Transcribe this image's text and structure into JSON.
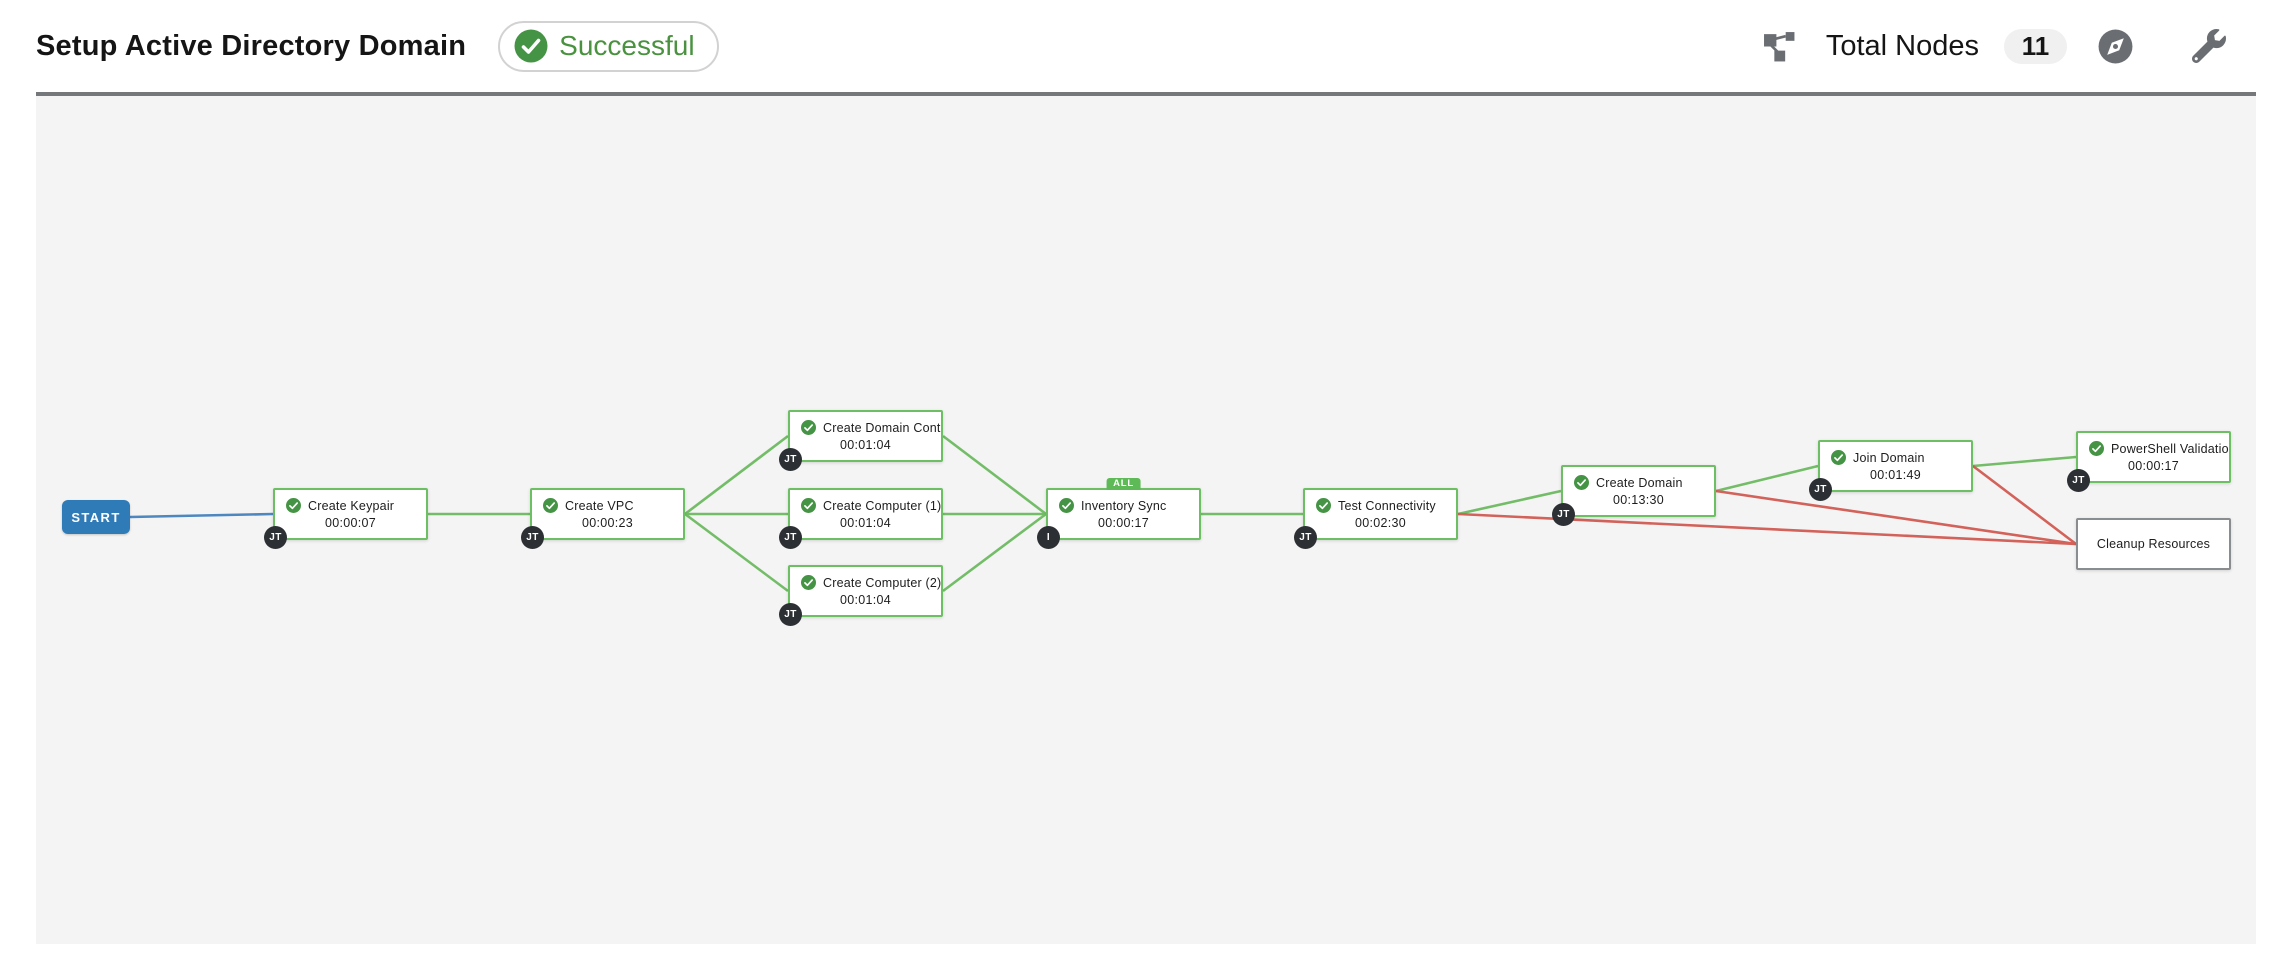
{
  "header": {
    "title": "Setup Active Directory Domain",
    "status": {
      "label": "Successful"
    },
    "total_nodes_label": "Total Nodes",
    "total_nodes_count": "11"
  },
  "workflow": {
    "start_label": "START",
    "all_badge_label": "ALL",
    "colors": {
      "success_link": "#74bd68",
      "failure_link": "#d2625a",
      "start_link": "#4d87c0",
      "node_border_success": "#6cbf63",
      "node_border_unrun": "#8a8d90",
      "status_green": "#459345",
      "type_badge_bg": "#2c3034"
    },
    "nodes": [
      {
        "id": "create_keypair",
        "label": "Create Keypair",
        "elapsed": "00:00:07",
        "type_badge": "JT",
        "status": "success"
      },
      {
        "id": "create_vpc",
        "label": "Create VPC",
        "elapsed": "00:00:23",
        "type_badge": "JT",
        "status": "success"
      },
      {
        "id": "create_domain_controller",
        "label": "Create Domain Contr...",
        "elapsed": "00:01:04",
        "type_badge": "JT",
        "status": "success"
      },
      {
        "id": "create_computer_1",
        "label": "Create Computer (1)",
        "elapsed": "00:01:04",
        "type_badge": "JT",
        "status": "success"
      },
      {
        "id": "create_computer_2",
        "label": "Create Computer (2)",
        "elapsed": "00:01:04",
        "type_badge": "JT",
        "status": "success"
      },
      {
        "id": "inventory_sync",
        "label": "Inventory Sync",
        "elapsed": "00:00:17",
        "type_badge": "I",
        "status": "success",
        "convergence_badge": true
      },
      {
        "id": "test_connectivity",
        "label": "Test Connectivity",
        "elapsed": "00:02:30",
        "type_badge": "JT",
        "status": "success"
      },
      {
        "id": "create_domain",
        "label": "Create Domain",
        "elapsed": "00:13:30",
        "type_badge": "JT",
        "status": "success"
      },
      {
        "id": "join_domain",
        "label": "Join Domain",
        "elapsed": "00:01:49",
        "type_badge": "JT",
        "status": "success"
      },
      {
        "id": "powershell_validation",
        "label": "PowerShell Validation",
        "elapsed": "00:00:17",
        "type_badge": "JT",
        "status": "success"
      },
      {
        "id": "cleanup_resources",
        "label": "Cleanup Resources",
        "elapsed": "",
        "type_badge": "",
        "status": "unrun"
      }
    ],
    "edges": [
      {
        "from": "start",
        "to": "create_keypair",
        "type": "start"
      },
      {
        "from": "create_keypair",
        "to": "create_vpc",
        "type": "success"
      },
      {
        "from": "create_vpc",
        "to": "create_domain_controller",
        "type": "success"
      },
      {
        "from": "create_vpc",
        "to": "create_computer_1",
        "type": "success"
      },
      {
        "from": "create_vpc",
        "to": "create_computer_2",
        "type": "success"
      },
      {
        "from": "create_domain_controller",
        "to": "inventory_sync",
        "type": "success"
      },
      {
        "from": "create_computer_1",
        "to": "inventory_sync",
        "type": "success"
      },
      {
        "from": "create_computer_2",
        "to": "inventory_sync",
        "type": "success"
      },
      {
        "from": "inventory_sync",
        "to": "test_connectivity",
        "type": "success"
      },
      {
        "from": "test_connectivity",
        "to": "create_domain",
        "type": "success"
      },
      {
        "from": "test_connectivity",
        "to": "cleanup_resources",
        "type": "failure"
      },
      {
        "from": "create_domain",
        "to": "join_domain",
        "type": "success"
      },
      {
        "from": "create_domain",
        "to": "cleanup_resources",
        "type": "failure"
      },
      {
        "from": "join_domain",
        "to": "powershell_validation",
        "type": "success"
      },
      {
        "from": "join_domain",
        "to": "cleanup_resources",
        "type": "failure"
      }
    ]
  }
}
